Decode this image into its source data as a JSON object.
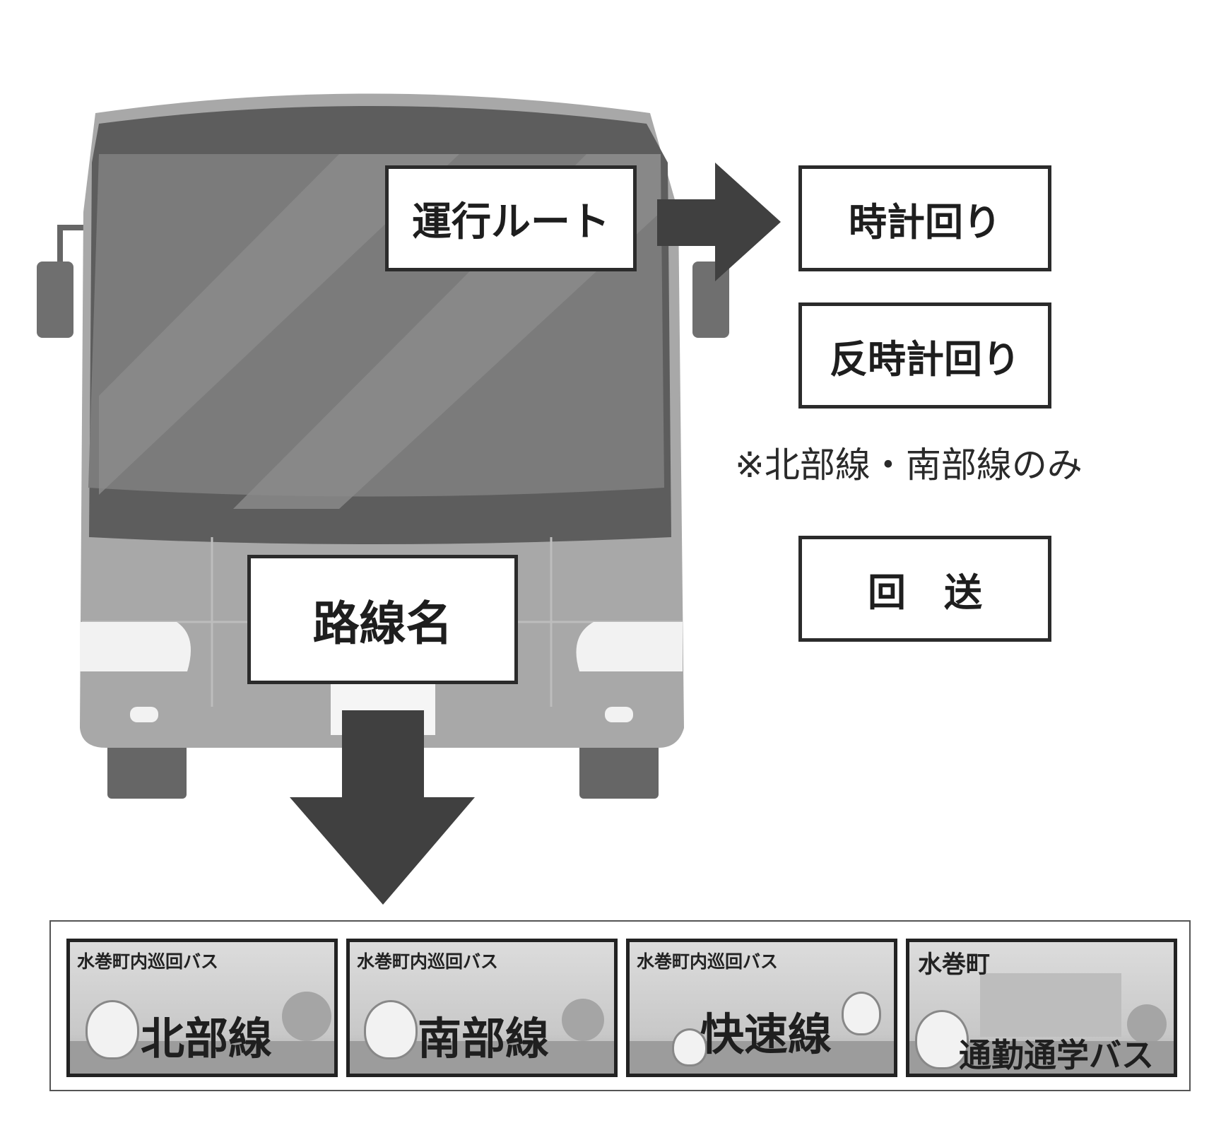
{
  "labels": {
    "route_type": "運行ルート",
    "route_name": "路線名",
    "clockwise": "時計回り",
    "counterclockwise": "反時計回り",
    "note": "※北部線・南部線のみ",
    "out_of_service": "回　送"
  },
  "signs": [
    {
      "subtitle": "水巻町内巡回バス",
      "name": "北部線"
    },
    {
      "subtitle": "水巻町内巡回バス",
      "name": "南部線"
    },
    {
      "subtitle": "水巻町内巡回バス",
      "name": "快速線"
    },
    {
      "subtitle": "水巻町",
      "name": "通勤通学バス"
    }
  ],
  "colors": {
    "bus_body": "#a8a8a8",
    "windshield": "#7b7b7b",
    "arrow": "#404040",
    "border": "#2b2b2b"
  }
}
